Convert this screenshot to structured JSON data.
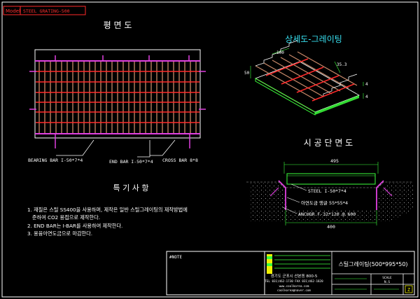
{
  "model_tag": {
    "label": "Model",
    "drawing_code": "STEEL GRATING-500"
  },
  "plan_view": {
    "title": "평 면 도",
    "labels": {
      "bearing_bar": "BEARING BAR I-50*7*4",
      "end_bar": "END BAR I-50*7*4",
      "cross_bar": "CROSS BAR 8*8"
    }
  },
  "detail_view": {
    "title": "상세도-그레이팅",
    "dims": {
      "d100": "100",
      "d353": "35.3",
      "d50": "50",
      "d4a": "4",
      "d4b": "4"
    }
  },
  "section_view": {
    "title": "시 공 단 면 도",
    "dim_top": "495",
    "dim_bottom": "400",
    "labels": {
      "steel": "STEEL  I-50*7*4",
      "angle": "아연도금 앵글 55*55*4",
      "anchor": "ANCHOR F-32*120 @ 600"
    }
  },
  "notes": {
    "title": "특 기 사 항",
    "items": [
      "1. 재질은 스틸 SS400을 사용하며, 제작은 일반 스틸그레이팅의 제작방법에",
      "   준하여 CO2 용접으로 제작한다.",
      "2. END BAR는 I-BAR를 사용하여 제작한다.",
      "3. 용융아연도금으로 마감한다."
    ]
  },
  "title_block": {
    "note_label": "#NOTE",
    "drawing_title": "스틸그레이팅(500*995*50)",
    "company_address": "경기도 군포시 산본동 800-5",
    "company_tel": "TEL 031)462-1730 FAX 031)462-1820",
    "company_web": "www.coolkorea.com",
    "company_email": "coolkorea@naver.com",
    "scale_label": "SCALE",
    "scale_value": "N.S"
  },
  "colors": {
    "bg": "#000000",
    "grating_bar": "#c98a6a",
    "cross_bar": "#ff2a2a",
    "magenta": "#e040e0",
    "white": "#ffffff",
    "green": "#3cff3c",
    "cyan": "#38e0f0",
    "yellow": "#f0f000",
    "label_red": "#ff3030"
  }
}
